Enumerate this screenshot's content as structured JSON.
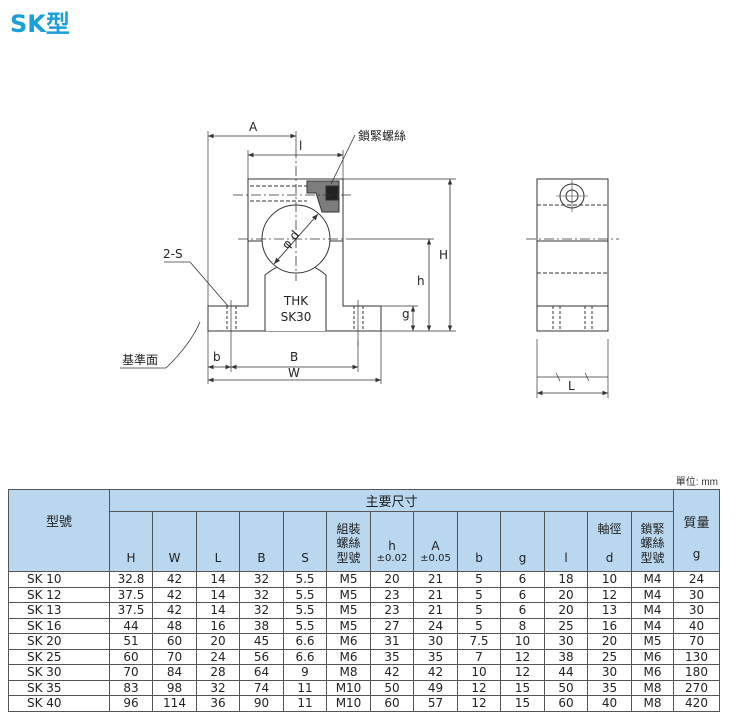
{
  "title": "SK型",
  "drawing": {
    "front": {
      "label_A": "A",
      "label_l": "l",
      "label_clamp_screw": "鎖緊螺絲",
      "label_2S": "2-S",
      "label_phi_d": "φ d",
      "label_H": "H",
      "label_h": "h",
      "label_g": "g",
      "label_ref_face": "基準面",
      "label_b": "b",
      "label_B": "B",
      "label_W": "W",
      "marking_line1": "THK",
      "marking_line2": "SK30"
    },
    "side": {
      "label_L": "L"
    }
  },
  "unit_note": "單位: mm",
  "table": {
    "header_model": "型號",
    "header_group": "主要尺寸",
    "header_mass": "質量",
    "columns": [
      {
        "label": "H",
        "sub": ""
      },
      {
        "label": "W",
        "sub": ""
      },
      {
        "label": "L",
        "sub": ""
      },
      {
        "label": "B",
        "sub": ""
      },
      {
        "label": "S",
        "sub": ""
      },
      {
        "label": "組裝\n螺絲\n型號",
        "sub": ""
      },
      {
        "label": "h",
        "sub": "±0.02"
      },
      {
        "label": "A",
        "sub": "±0.05"
      },
      {
        "label": "b",
        "sub": ""
      },
      {
        "label": "g",
        "sub": ""
      },
      {
        "label": "l",
        "sub": ""
      },
      {
        "label": "軸徑\n\nd",
        "sub": ""
      },
      {
        "label": "鎖緊\n螺絲\n型號",
        "sub": ""
      },
      {
        "label": "g",
        "sub": ""
      }
    ],
    "rows": [
      [
        "SK 10",
        "32.8",
        "42",
        "14",
        "32",
        "5.5",
        "M5",
        "20",
        "21",
        "5",
        "6",
        "18",
        "10",
        "M4",
        "24"
      ],
      [
        "SK 12",
        "37.5",
        "42",
        "14",
        "32",
        "5.5",
        "M5",
        "23",
        "21",
        "5",
        "6",
        "20",
        "12",
        "M4",
        "30"
      ],
      [
        "SK 13",
        "37.5",
        "42",
        "14",
        "32",
        "5.5",
        "M5",
        "23",
        "21",
        "5",
        "6",
        "20",
        "13",
        "M4",
        "30"
      ],
      [
        "SK 16",
        "44",
        "48",
        "16",
        "38",
        "5.5",
        "M5",
        "27",
        "24",
        "5",
        "8",
        "25",
        "16",
        "M4",
        "40"
      ],
      [
        "SK 20",
        "51",
        "60",
        "20",
        "45",
        "6.6",
        "M6",
        "31",
        "30",
        "7.5",
        "10",
        "30",
        "20",
        "M5",
        "70"
      ],
      [
        "SK 25",
        "60",
        "70",
        "24",
        "56",
        "6.6",
        "M6",
        "35",
        "35",
        "7",
        "12",
        "38",
        "25",
        "M6",
        "130"
      ],
      [
        "SK 30",
        "70",
        "84",
        "28",
        "64",
        "9",
        "M8",
        "42",
        "42",
        "10",
        "12",
        "44",
        "30",
        "M6",
        "180"
      ],
      [
        "SK 35",
        "83",
        "98",
        "32",
        "74",
        "11",
        "M10",
        "50",
        "49",
        "12",
        "15",
        "50",
        "35",
        "M8",
        "270"
      ],
      [
        "SK 40",
        "96",
        "114",
        "36",
        "90",
        "11",
        "M10",
        "60",
        "57",
        "12",
        "15",
        "60",
        "40",
        "M8",
        "420"
      ]
    ]
  }
}
